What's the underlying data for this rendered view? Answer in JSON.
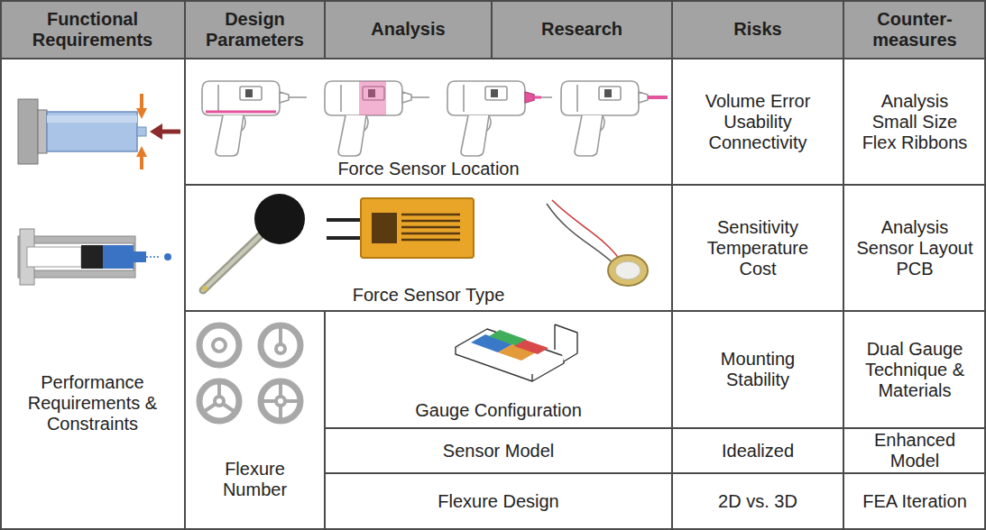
{
  "diagram": {
    "labels": [
      "Functional Requirements",
      "Design Parameters",
      "Analysis",
      "Research",
      "Risks",
      "Counter-measures",
      "Force Sensor Location",
      "Volume Error",
      "Usability",
      "Connectivity",
      "Analysis",
      "Small Size",
      "Flex Ribbons",
      "Force Sensor Type",
      "Sensitivity",
      "Temperature",
      "Cost",
      "Analysis",
      "Sensor Layout",
      "PCB",
      "Performance Requirements & Constraints",
      "Gauge Configuration",
      "Mounting",
      "Stability",
      "Dual Gauge Technique & Materials",
      "Flexure Number",
      "Sensor Model",
      "Idealized",
      "Enhanced Model",
      "Flexure Design",
      "2D vs. 3D",
      "FEA Iteration"
    ]
  }
}
